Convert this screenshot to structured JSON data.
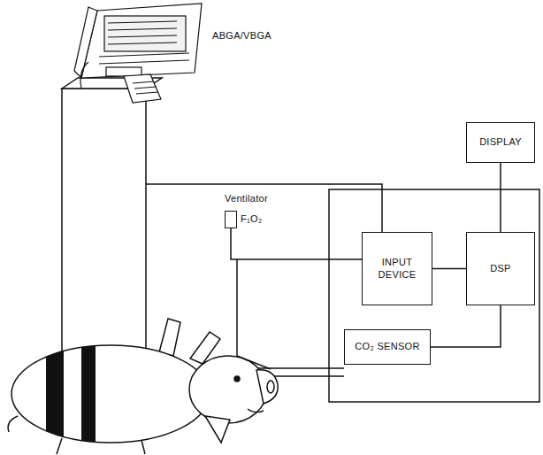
{
  "diagram": {
    "nodes": [
      {
        "text": [
          "Ventilator",
          "F₁O₂"
        ]
      },
      {
        "text": [
          "DISPLAY"
        ]
      },
      {
        "text": [
          "INPUT DEVICE"
        ]
      },
      {
        "text": [
          "DSP"
        ]
      },
      {
        "text": [
          "CO₂ SENSOR"
        ]
      }
    ],
    "edges": [
      {
        "from": 0,
        "to": 2,
        "arrow": "none"
      },
      {
        "from": 1,
        "to": 3,
        "arrow": "none"
      },
      {
        "from": 2,
        "to": 3,
        "arrow": "none"
      },
      {
        "from": 4,
        "to": 3,
        "arrow": "none"
      }
    ],
    "labels": [
      "ABGA/VBGA"
    ]
  }
}
